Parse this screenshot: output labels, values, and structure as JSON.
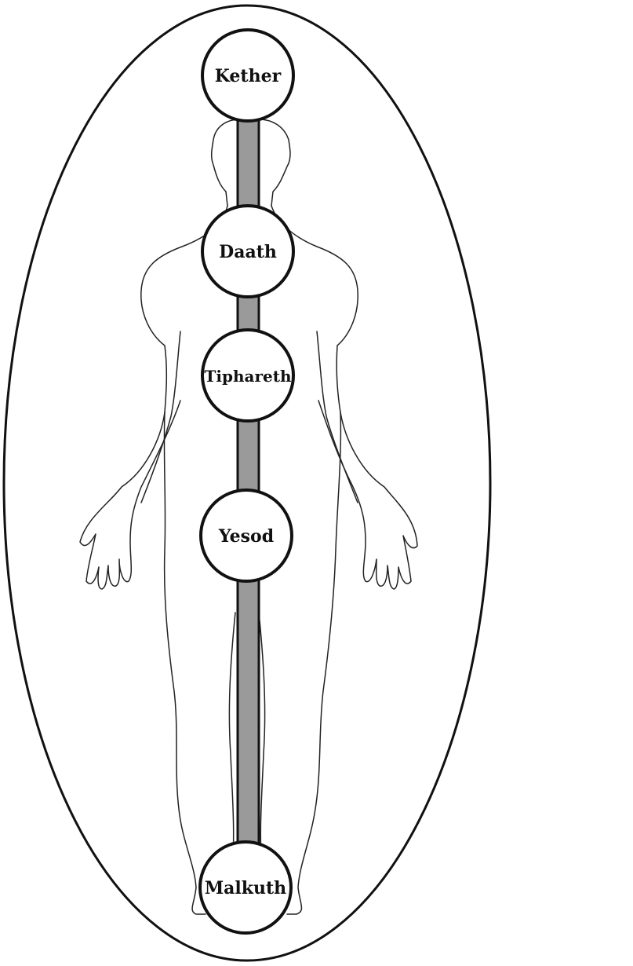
{
  "colors": {
    "ink": "#111111",
    "channel_fill": "#9a9a9a",
    "background": "#ffffff",
    "node_fill": "#ffffff"
  },
  "spheres": [
    {
      "name": "kether",
      "label": "Kether"
    },
    {
      "name": "daath",
      "label": "Daath"
    },
    {
      "name": "tiphareth",
      "label": "Tiphareth"
    },
    {
      "name": "yesod",
      "label": "Yesod"
    },
    {
      "name": "malkuth",
      "label": "Malkuth"
    }
  ]
}
